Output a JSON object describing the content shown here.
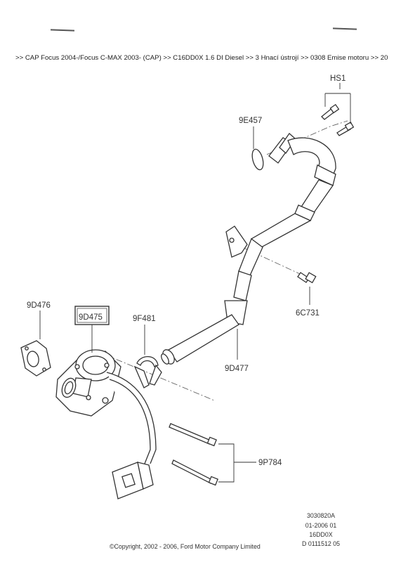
{
  "breadcrumb": ">> CAP Focus 2004-/Focus C-MAX 2003- (CAP) >> C16DD0X 1.6 DI Diesel >> 3 Hnací ústrojí >> 0308 Emise motoru >> 20",
  "labels": {
    "hs1": "HS1",
    "p9e457": "9E457",
    "p6c731": "6C731",
    "p9d476": "9D476",
    "p9d475": "9D475",
    "p9f481": "9F481",
    "p9d477": "9D477",
    "p9p784": "9P784"
  },
  "footer": {
    "codes": [
      "3030820A",
      "01-2006 01",
      "16DD0X",
      "D 0111512 05"
    ],
    "copyright": "©Copyright, 2002 - 2006, Ford Motor Company Limited"
  }
}
